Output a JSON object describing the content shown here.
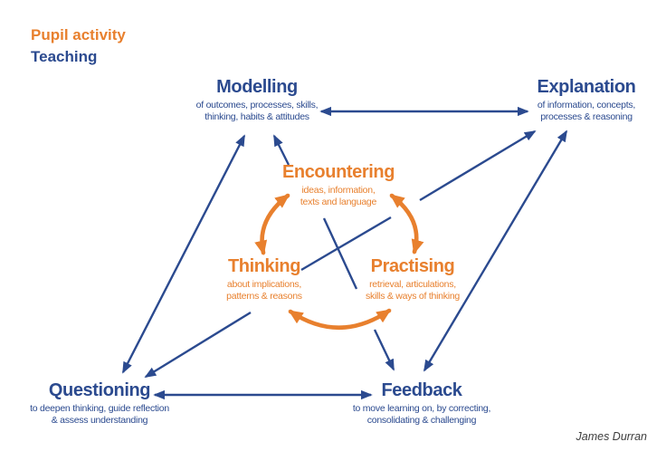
{
  "legend": {
    "pupil_activity_label": "Pupil activity",
    "teaching_label": "Teaching"
  },
  "colors": {
    "pupil_orange": "#e8802e",
    "teaching_blue": "#2b4a8f",
    "attribution_gray": "#3d3d3d",
    "background": "#ffffff"
  },
  "attribution": "James Durran",
  "nodes": {
    "modelling": {
      "label": "Modelling",
      "sub1": "of outcomes, processes, skills,",
      "sub2": "thinking, habits & attitudes",
      "type": "teaching"
    },
    "explanation": {
      "label": "Explanation",
      "sub1": "of information, concepts,",
      "sub2": "processes & reasoning",
      "type": "teaching"
    },
    "encountering": {
      "label": "Encountering",
      "sub1": "ideas, information,",
      "sub2": "texts and language",
      "type": "pupil-activity"
    },
    "thinking": {
      "label": "Thinking",
      "sub1": "about implications,",
      "sub2": "patterns & reasons",
      "type": "pupil-activity"
    },
    "practising": {
      "label": "Practising",
      "sub1": "retrieval, articulations,",
      "sub2": "skills & ways of thinking",
      "type": "pupil-activity"
    },
    "questioning": {
      "label": "Questioning",
      "sub1": "to deepen thinking, guide reflection",
      "sub2": "& assess understanding",
      "type": "teaching"
    },
    "feedback": {
      "label": "Feedback",
      "sub1": "to move learning on, by correcting,",
      "sub2": "consolidating & challenging",
      "type": "teaching"
    }
  },
  "edges": [
    {
      "from": "modelling",
      "to": "explanation",
      "bidirectional": true,
      "color": "teaching_blue"
    },
    {
      "from": "modelling",
      "to": "questioning",
      "bidirectional": true,
      "color": "teaching_blue"
    },
    {
      "from": "encountering",
      "to": "modelling",
      "bidirectional": false,
      "color": "teaching_blue"
    },
    {
      "from": "thinking",
      "to": "explanation",
      "bidirectional": false,
      "color": "teaching_blue"
    },
    {
      "from": "encountering",
      "to": "feedback",
      "bidirectional": false,
      "color": "teaching_blue"
    },
    {
      "from": "explanation",
      "to": "feedback",
      "bidirectional": true,
      "color": "teaching_blue"
    },
    {
      "from": "questioning",
      "to": "feedback",
      "bidirectional": true,
      "color": "teaching_blue"
    },
    {
      "from": "thinking",
      "to": "questioning",
      "bidirectional": false,
      "color": "teaching_blue"
    },
    {
      "from": "encountering",
      "to": "thinking",
      "bidirectional": true,
      "color": "pupil_orange"
    },
    {
      "from": "encountering",
      "to": "practising",
      "bidirectional": true,
      "color": "pupil_orange"
    },
    {
      "from": "thinking",
      "to": "practising",
      "bidirectional": true,
      "color": "pupil_orange"
    }
  ]
}
